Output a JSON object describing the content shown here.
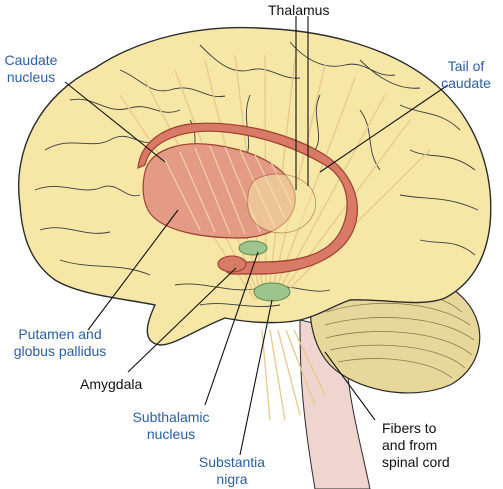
{
  "labels": {
    "thalamus": "Thalamus",
    "caudate_nucleus_1": "Caudate",
    "caudate_nucleus_2": "nucleus",
    "tail_of_caudate_1": "Tail of",
    "tail_of_caudate_2": "caudate",
    "putamen_1": "Putamen and",
    "putamen_2": "globus pallidus",
    "amygdala": "Amygdala",
    "subthalamic_1": "Subthalamic",
    "subthalamic_2": "nucleus",
    "substantia_1": "Substantia",
    "substantia_2": "nigra",
    "fibers_1": "Fibers to",
    "fibers_2": "and from",
    "fibers_3": "spinal cord"
  },
  "colors": {
    "brain_fill": "#f6e7a6",
    "brain_outline": "#2b2b2b",
    "basal_ganglia": "#d97a66",
    "basal_ganglia_outline": "#9e3f31",
    "fibers": "#e9c98a",
    "nuclei_green": "#9ec48e",
    "cerebellum": "#e8d79a",
    "brainstem": "#f0d4cf",
    "label_blue": "#2a5ea8",
    "label_black": "#111111"
  }
}
